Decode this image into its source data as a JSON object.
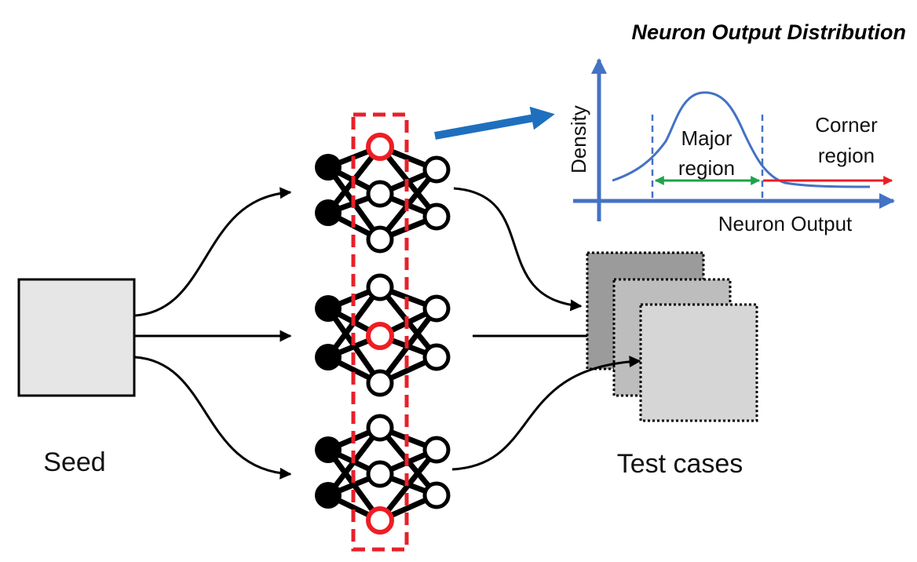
{
  "labels": {
    "seed": "Seed",
    "test_cases": "Test cases"
  },
  "distribution": {
    "title": "Neuron Output Distribution",
    "y_axis": "Density",
    "x_axis": "Neuron Output",
    "major_region_line1": "Major",
    "major_region_line2": "region",
    "corner_region_line1": "Corner",
    "corner_region_line2": "region"
  },
  "colors": {
    "highlight_neuron": "#ee1d24",
    "selection_box": "#e8202a",
    "axis": "#4472c4",
    "pointer_arrow": "#1f6fbf",
    "major_region_arrow": "#1ea34a",
    "corner_region_arrow": "#ee1d24",
    "seed_fill": "#e6e6e6",
    "test_case_fills": [
      "#9b9b9b",
      "#bdbdbd",
      "#d6d6d6"
    ]
  },
  "networks": [
    {
      "highlighted_neuron": "top"
    },
    {
      "highlighted_neuron": "middle"
    },
    {
      "highlighted_neuron": "bottom"
    }
  ]
}
